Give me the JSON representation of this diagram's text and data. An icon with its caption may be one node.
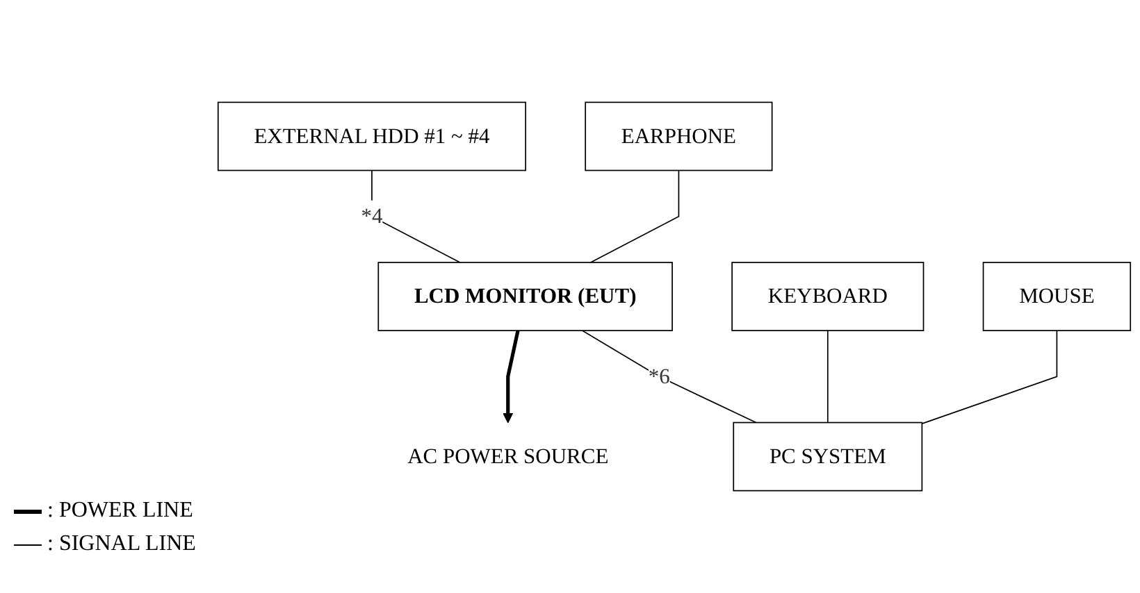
{
  "diagram": {
    "nodes": [
      {
        "text": [
          "EXTERNAL HDD #1 ~ #4"
        ]
      },
      {
        "text": [
          "EARPHONE"
        ]
      },
      {
        "text": [
          "AC POWER SOURCE"
        ]
      },
      {
        "text": [
          "LCD MONITOR (EUT)"
        ]
      },
      {
        "text": [
          "KEYBOARD"
        ]
      },
      {
        "text": [
          "MOUSE"
        ]
      },
      {
        "text": [
          "PC SYSTEM"
        ]
      }
    ],
    "edges": [
      {
        "from": 0,
        "to": 3,
        "arrow": "none",
        "label": "*4"
      },
      {
        "from": 1,
        "to": 3,
        "arrow": "none"
      },
      {
        "from": 3,
        "to": 2,
        "arrow": "to",
        "style": "thick"
      },
      {
        "from": 3,
        "to": 6,
        "arrow": "none",
        "label": "*6"
      },
      {
        "from": 4,
        "to": 6,
        "arrow": "none"
      },
      {
        "from": 5,
        "to": 6,
        "arrow": "none"
      }
    ],
    "legend": [
      {
        "text": ": POWER LINE"
      },
      {
        "text": ": SIGNAL LINE"
      }
    ]
  }
}
